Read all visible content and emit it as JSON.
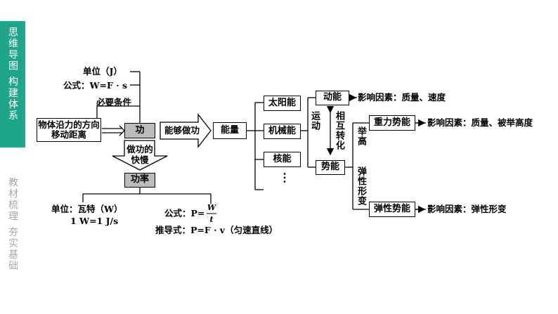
{
  "sidebar": {
    "top_label": "思维导图 构建体系",
    "bottom_label": "教材梳理 夯实基础"
  },
  "diagram": {
    "unit_j": "单位（J）",
    "formula_w": "公式：W=F · s",
    "necessary": "必要条件",
    "force_distance": "物体沿力的方向移动距离",
    "work": "功",
    "speed_of_work": "做功的快慢",
    "power": "功率",
    "unit_w": "单位：瓦特（W）",
    "w_equals": "1 W=1 J/s",
    "formula_p_prefix": "公式：P=",
    "formula_p_num": "W",
    "formula_p_den": "t",
    "derived": "推导式：P=F · v（匀速直线）",
    "can_do_work": "能够做功",
    "energy": "能量",
    "solar": "太阳能",
    "mechanical": "机械能",
    "nuclear": "核能",
    "ellipsis": "⋮",
    "kinetic": "动能",
    "kinetic_factors": "影响因素：质量、速度",
    "motion": "运动",
    "mutual": "相互转化",
    "potential": "势能",
    "lift": "举高",
    "elastic_deform": "弹性形变",
    "gravitational": "重力势能",
    "grav_factors": "影响因素：质量、被举高度",
    "elastic": "弹性势能",
    "elastic_factors": "影响因素：弹性形变"
  }
}
